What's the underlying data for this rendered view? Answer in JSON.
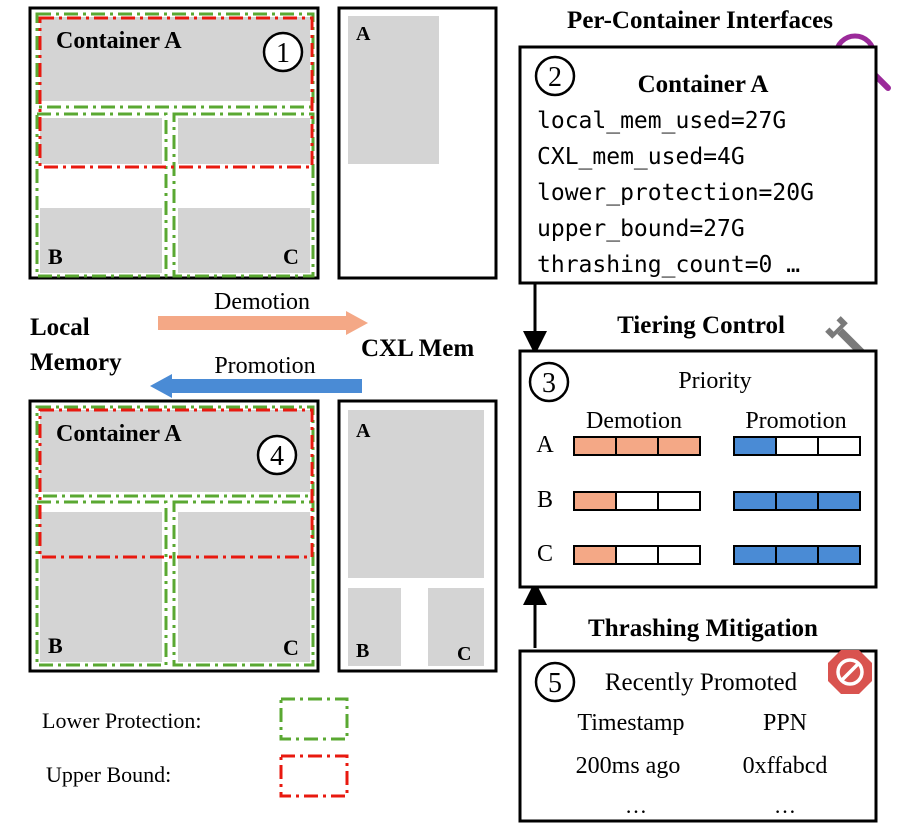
{
  "top_panel": {
    "container_label": "Container A",
    "step": "1",
    "b_label": "B",
    "c_label": "C",
    "cxl_a_label": "A"
  },
  "bottom_panel": {
    "container_label": "Container A",
    "step": "4",
    "b_label": "B",
    "c_label": "C",
    "cxl_a_label": "A",
    "cxl_b_label": "B",
    "cxl_c_label": "C"
  },
  "middle": {
    "demotion": "Demotion",
    "promotion": "Promotion",
    "local_memory_line1": "Local",
    "local_memory_line2": "Memory",
    "cxl_mem": "CXL Mem"
  },
  "legend": {
    "lower_protection": "Lower Protection:",
    "upper_bound": "Upper Bound:"
  },
  "interfaces": {
    "heading": "Per-Container Interfaces",
    "step": "2",
    "container": "Container A",
    "lines": [
      "local_mem_used=27G",
      "CXL_mem_used=4G",
      "lower_protection=20G",
      "upper_bound=27G",
      "thrashing_count=0 …"
    ],
    "icon": "magnifier-icon"
  },
  "tiering": {
    "heading": "Tiering Control",
    "step": "3",
    "priority": "Priority",
    "demotion": "Demotion",
    "promotion": "Promotion",
    "rows": [
      {
        "label": "A",
        "demotion_level": 3,
        "promotion_level": 1
      },
      {
        "label": "B",
        "demotion_level": 1,
        "promotion_level": 3
      },
      {
        "label": "C",
        "demotion_level": 1,
        "promotion_level": 3
      }
    ],
    "max_level": 3,
    "icon": "wrench-icon"
  },
  "thrashing": {
    "heading": "Thrashing Mitigation",
    "step": "5",
    "title": "Recently Promoted",
    "col_timestamp": "Timestamp",
    "col_ppn": "PPN",
    "row_timestamp": "200ms ago",
    "row_ppn": "0xffabcd",
    "ellipsis_1": "…",
    "ellipsis_2": "…",
    "icon": "stop-icon"
  },
  "colors": {
    "grey": "#d4d4d4",
    "green": "#5aa832",
    "red": "#e8190f",
    "orange": "#f4a886",
    "blue": "#4a8bd5",
    "purple": "#9b2a9a",
    "stop_red": "#d9534f"
  }
}
